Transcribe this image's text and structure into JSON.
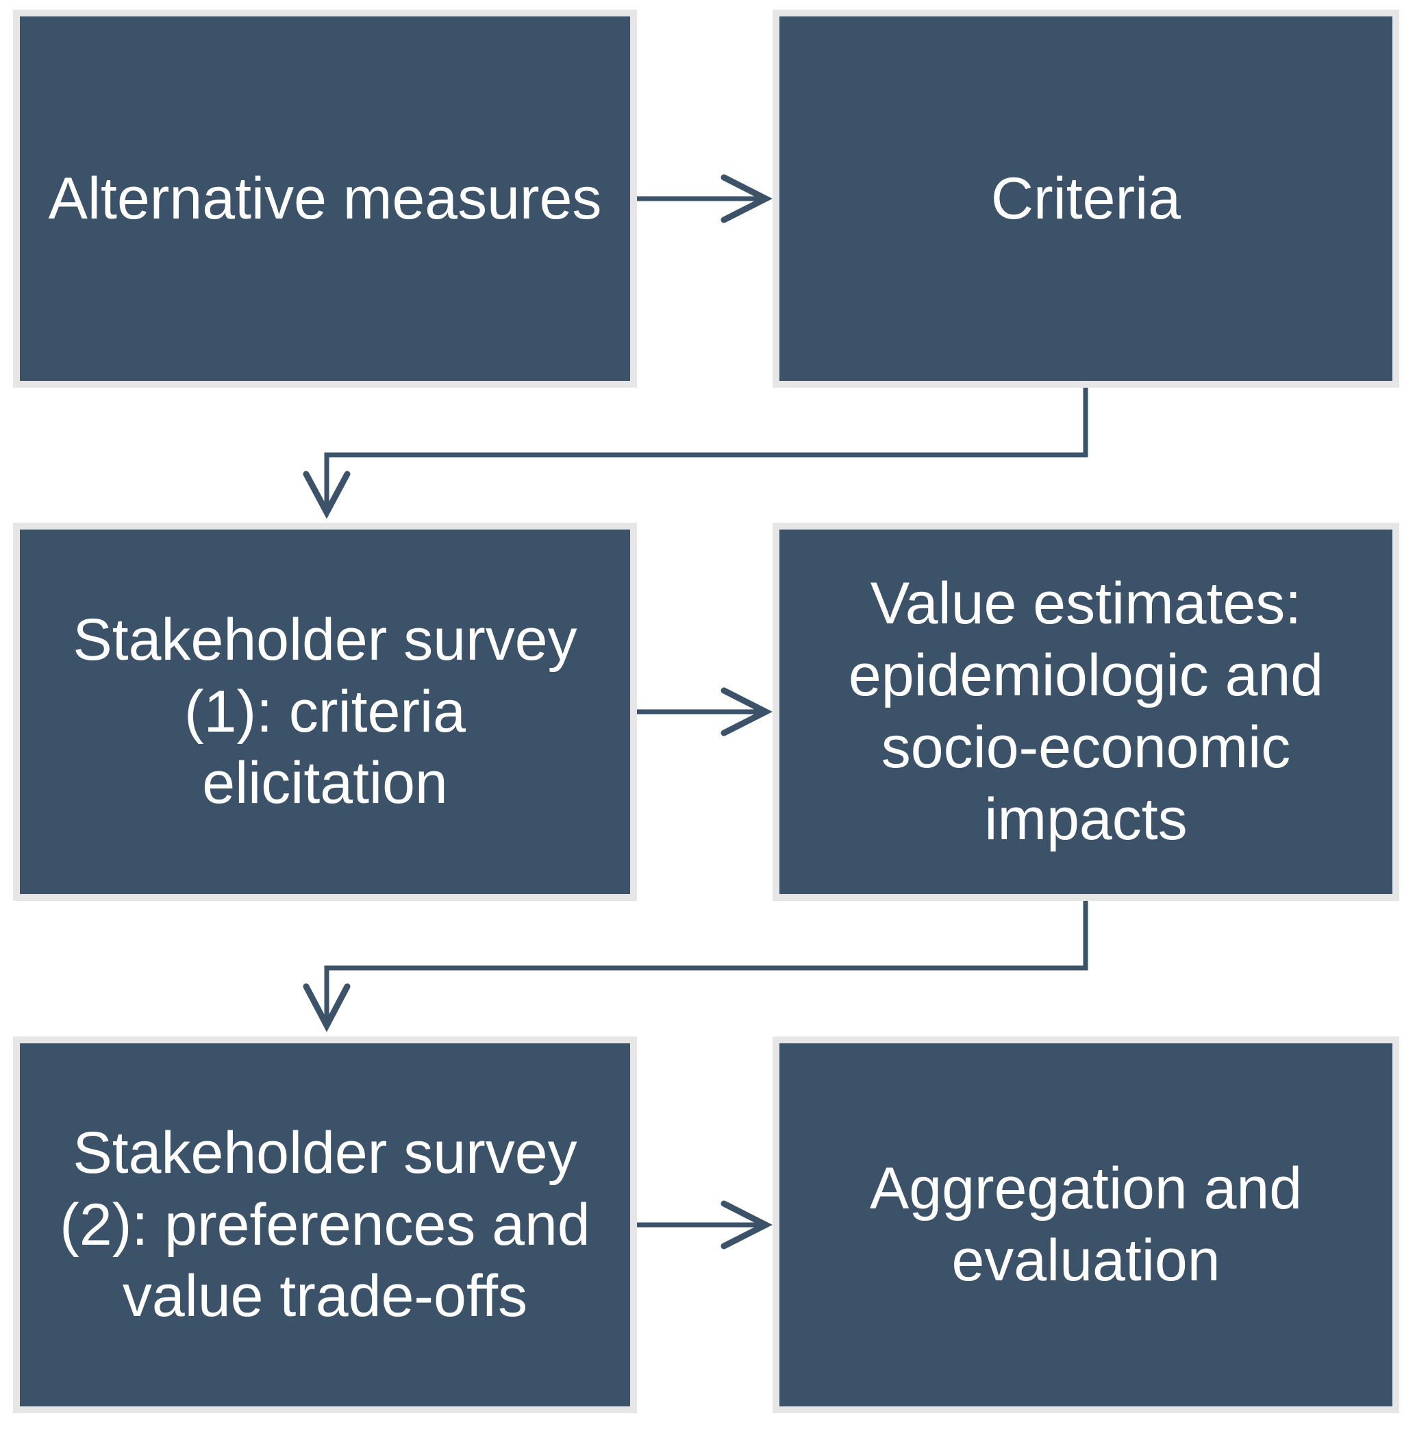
{
  "palette": {
    "node_fill": "#3B5268",
    "node_border": "#E6E6E6",
    "text_color": "#FFFFFF",
    "connector": "#3B5268",
    "canvas_bg": "#FFFFFF"
  },
  "nodes": [
    {
      "id": "alternative-measures",
      "label": "Alternative measures",
      "lines": [
        "Alternative measures"
      ]
    },
    {
      "id": "criteria",
      "label": "Criteria",
      "lines": [
        "Criteria"
      ]
    },
    {
      "id": "stakeholder-survey-1",
      "label": "Stakeholder survey (1): criteria elicitation",
      "lines": [
        "Stakeholder survey",
        "(1): criteria",
        "elicitation"
      ]
    },
    {
      "id": "value-estimates",
      "label": "Value estimates: epidemiologic and socio-economic impacts",
      "lines": [
        "Value estimates:",
        "epidemiologic and",
        "socio-economic",
        "impacts"
      ]
    },
    {
      "id": "stakeholder-survey-2",
      "label": "Stakeholder survey (2): preferences and value trade-offs",
      "lines": [
        "Stakeholder survey",
        "(2): preferences and",
        "value trade-offs"
      ]
    },
    {
      "id": "aggregation-evaluation",
      "label": "Aggregation and evaluation",
      "lines": [
        "Aggregation and",
        "evaluation"
      ]
    }
  ],
  "edges": [
    {
      "from": "alternative-measures",
      "to": "criteria",
      "shape": "straight-right-arrow"
    },
    {
      "from": "criteria",
      "to": "stakeholder-survey-1",
      "shape": "elbow-down-left-down-arrow"
    },
    {
      "from": "stakeholder-survey-1",
      "to": "value-estimates",
      "shape": "straight-right-arrow"
    },
    {
      "from": "value-estimates",
      "to": "stakeholder-survey-2",
      "shape": "elbow-down-left-down-arrow"
    },
    {
      "from": "stakeholder-survey-2",
      "to": "aggregation-evaluation",
      "shape": "straight-right-arrow"
    }
  ]
}
